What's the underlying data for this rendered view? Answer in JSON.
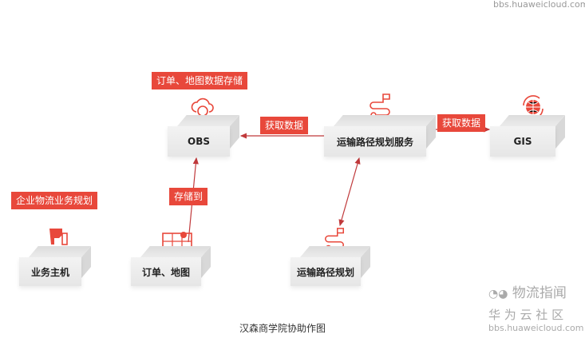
{
  "watermark_top": "bbs.huaweicloud.com",
  "tags": {
    "obs_store": "订单、地图数据存储",
    "fetch_left": "获取数据",
    "fetch_right": "获取数据",
    "enterprise": "企业物流业务规划",
    "store_to": "存储到"
  },
  "nodes": {
    "obs": "OBS",
    "route_service": "运输路径规划服务",
    "gis": "GIS",
    "host": "业务主机",
    "order_map": "订单、地图",
    "route_plan": "运输路径规划"
  },
  "caption": "汉森商学院协助作图",
  "watermark": {
    "wechat": "物流指闻",
    "brand": "华 为 云 社 区",
    "url": "bbs.huaweicloud.com"
  },
  "colors": {
    "accent": "#e8483b",
    "arrow": "#c0393b"
  }
}
